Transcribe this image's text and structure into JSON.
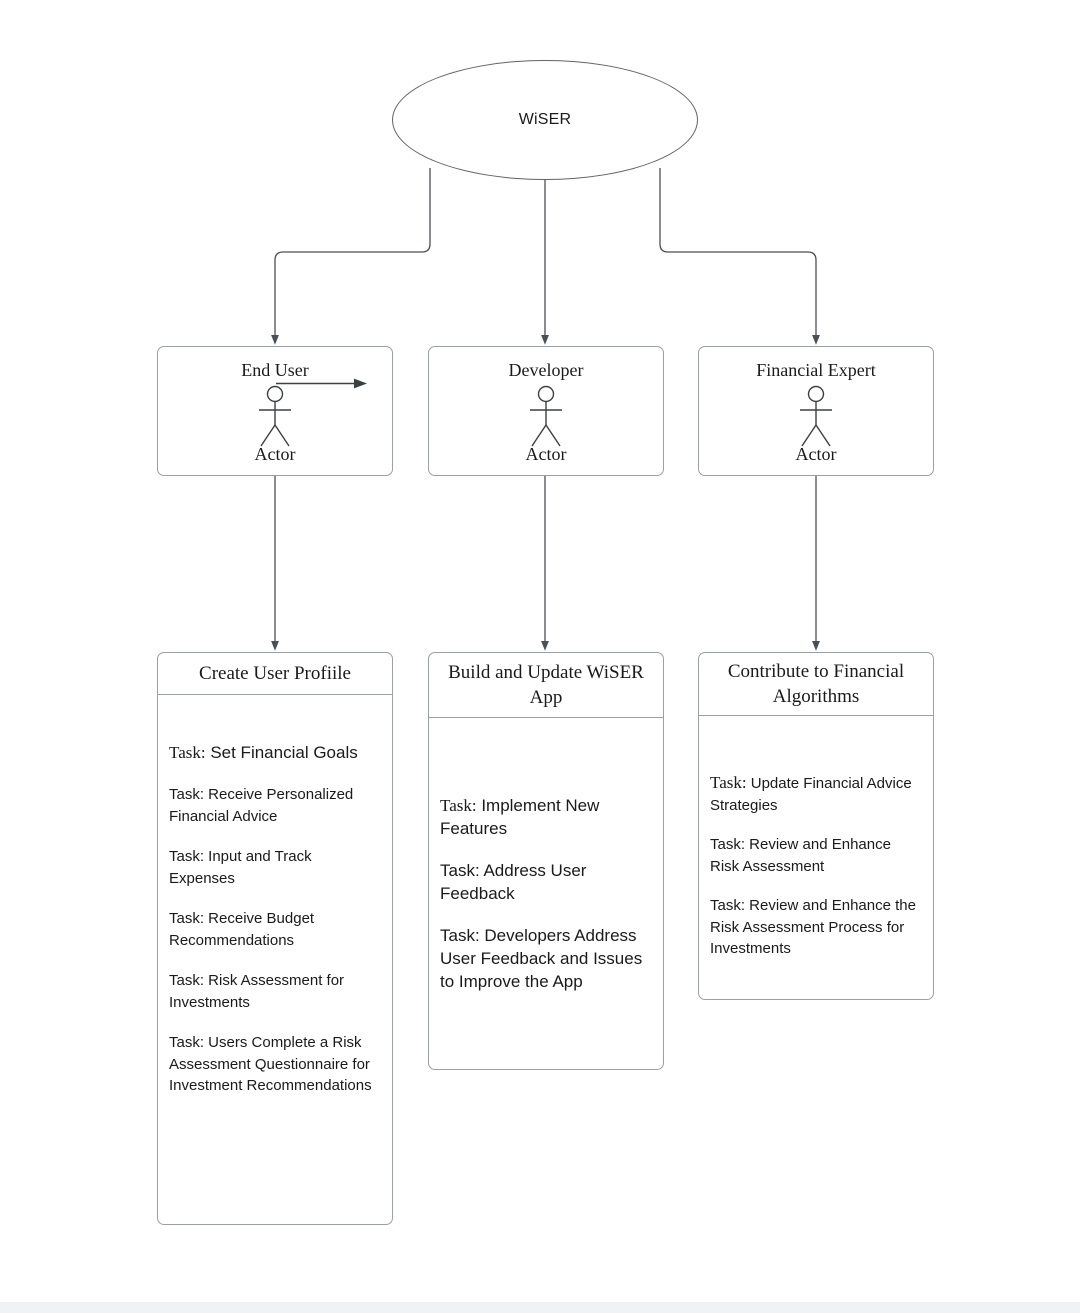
{
  "diagram": {
    "type": "use-case-diagram",
    "system": {
      "name": "system-ellipse",
      "label": "WiSER"
    },
    "actors": [
      {
        "id": "end-user",
        "title": "End User",
        "role": "Actor",
        "has_reach_arrow": true
      },
      {
        "id": "developer",
        "title": "Developer",
        "role": "Actor",
        "has_reach_arrow": false
      },
      {
        "id": "financial-expert",
        "title": "Financial Expert",
        "role": "Actor",
        "has_reach_arrow": false
      }
    ],
    "use_cases": [
      {
        "id": "create-user-profile",
        "title": "Create User Profiile",
        "tasks": [
          "Task: Set Financial Goals",
          "Task: Receive Personalized Financial Advice",
          "Task: Input and Track Expenses",
          "Task: Receive Budget Recommendations",
          "Task: Risk Assessment for Investments",
          "Task: Users Complete a Risk Assessment Questionnaire for Investment Recommendations"
        ]
      },
      {
        "id": "build-and-update-wiser-app",
        "title": "Build and Update WiSER App",
        "tasks": [
          "Task: Implement New Features",
          "Task: Address User Feedback",
          "Task: Developers Address User Feedback and Issues to Improve the App"
        ]
      },
      {
        "id": "contribute-to-financial-algorithms",
        "title": "Contribute to Financial Algorithms",
        "tasks": [
          "Task: Update Financial Advice Strategies",
          "Task: Review and Enhance Risk Assessment",
          "Task: Review and Enhance the Risk Assessment Process for Investments"
        ]
      }
    ],
    "connections": [
      {
        "from": "system-ellipse",
        "to": "end-user",
        "style": "orthogonal-arrow"
      },
      {
        "from": "system-ellipse",
        "to": "developer",
        "style": "straight-arrow"
      },
      {
        "from": "system-ellipse",
        "to": "financial-expert",
        "style": "orthogonal-arrow"
      },
      {
        "from": "end-user",
        "to": "create-user-profile",
        "style": "straight-arrow"
      },
      {
        "from": "developer",
        "to": "build-and-update-wiser-app",
        "style": "straight-arrow"
      },
      {
        "from": "financial-expert",
        "to": "contribute-to-financial-algorithms",
        "style": "straight-arrow"
      }
    ],
    "colors": {
      "background": "#ffffff",
      "box_border": "#9aa0a6",
      "ellipse_border": "#5f6368",
      "connector": "#4a4f56",
      "text": "#1a1a1a",
      "page_edge": "#f1f2f3"
    }
  }
}
